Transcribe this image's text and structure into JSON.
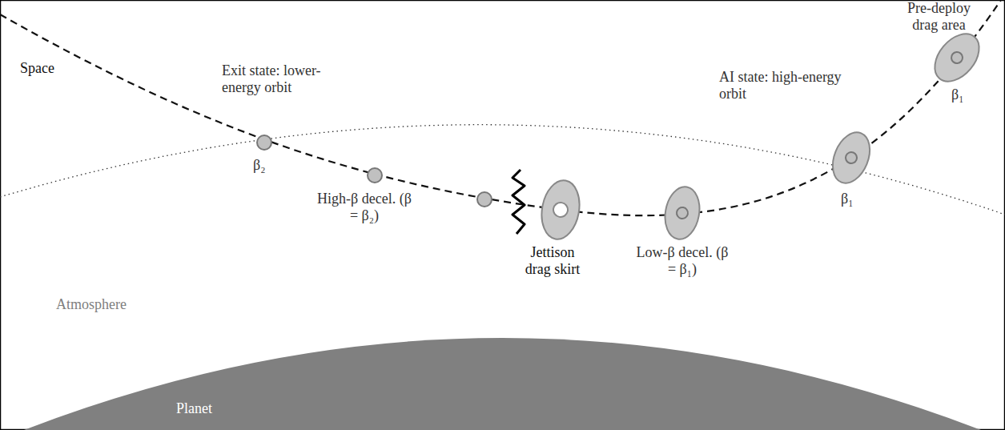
{
  "diagram": {
    "nodes": [
      {
        "text": [
          "Planet"
        ]
      }
    ],
    "labels": [
      "Space",
      "Exit state: lower-energy orbit",
      "β₂",
      "High-β decel. (β = β₂)",
      "Jettison drag skirt",
      "Low-β decel. (β = β₁)",
      "AI state: high-energy orbit",
      "β₁",
      "Pre-deploy drag area",
      "β₁",
      "Atmosphere"
    ]
  }
}
